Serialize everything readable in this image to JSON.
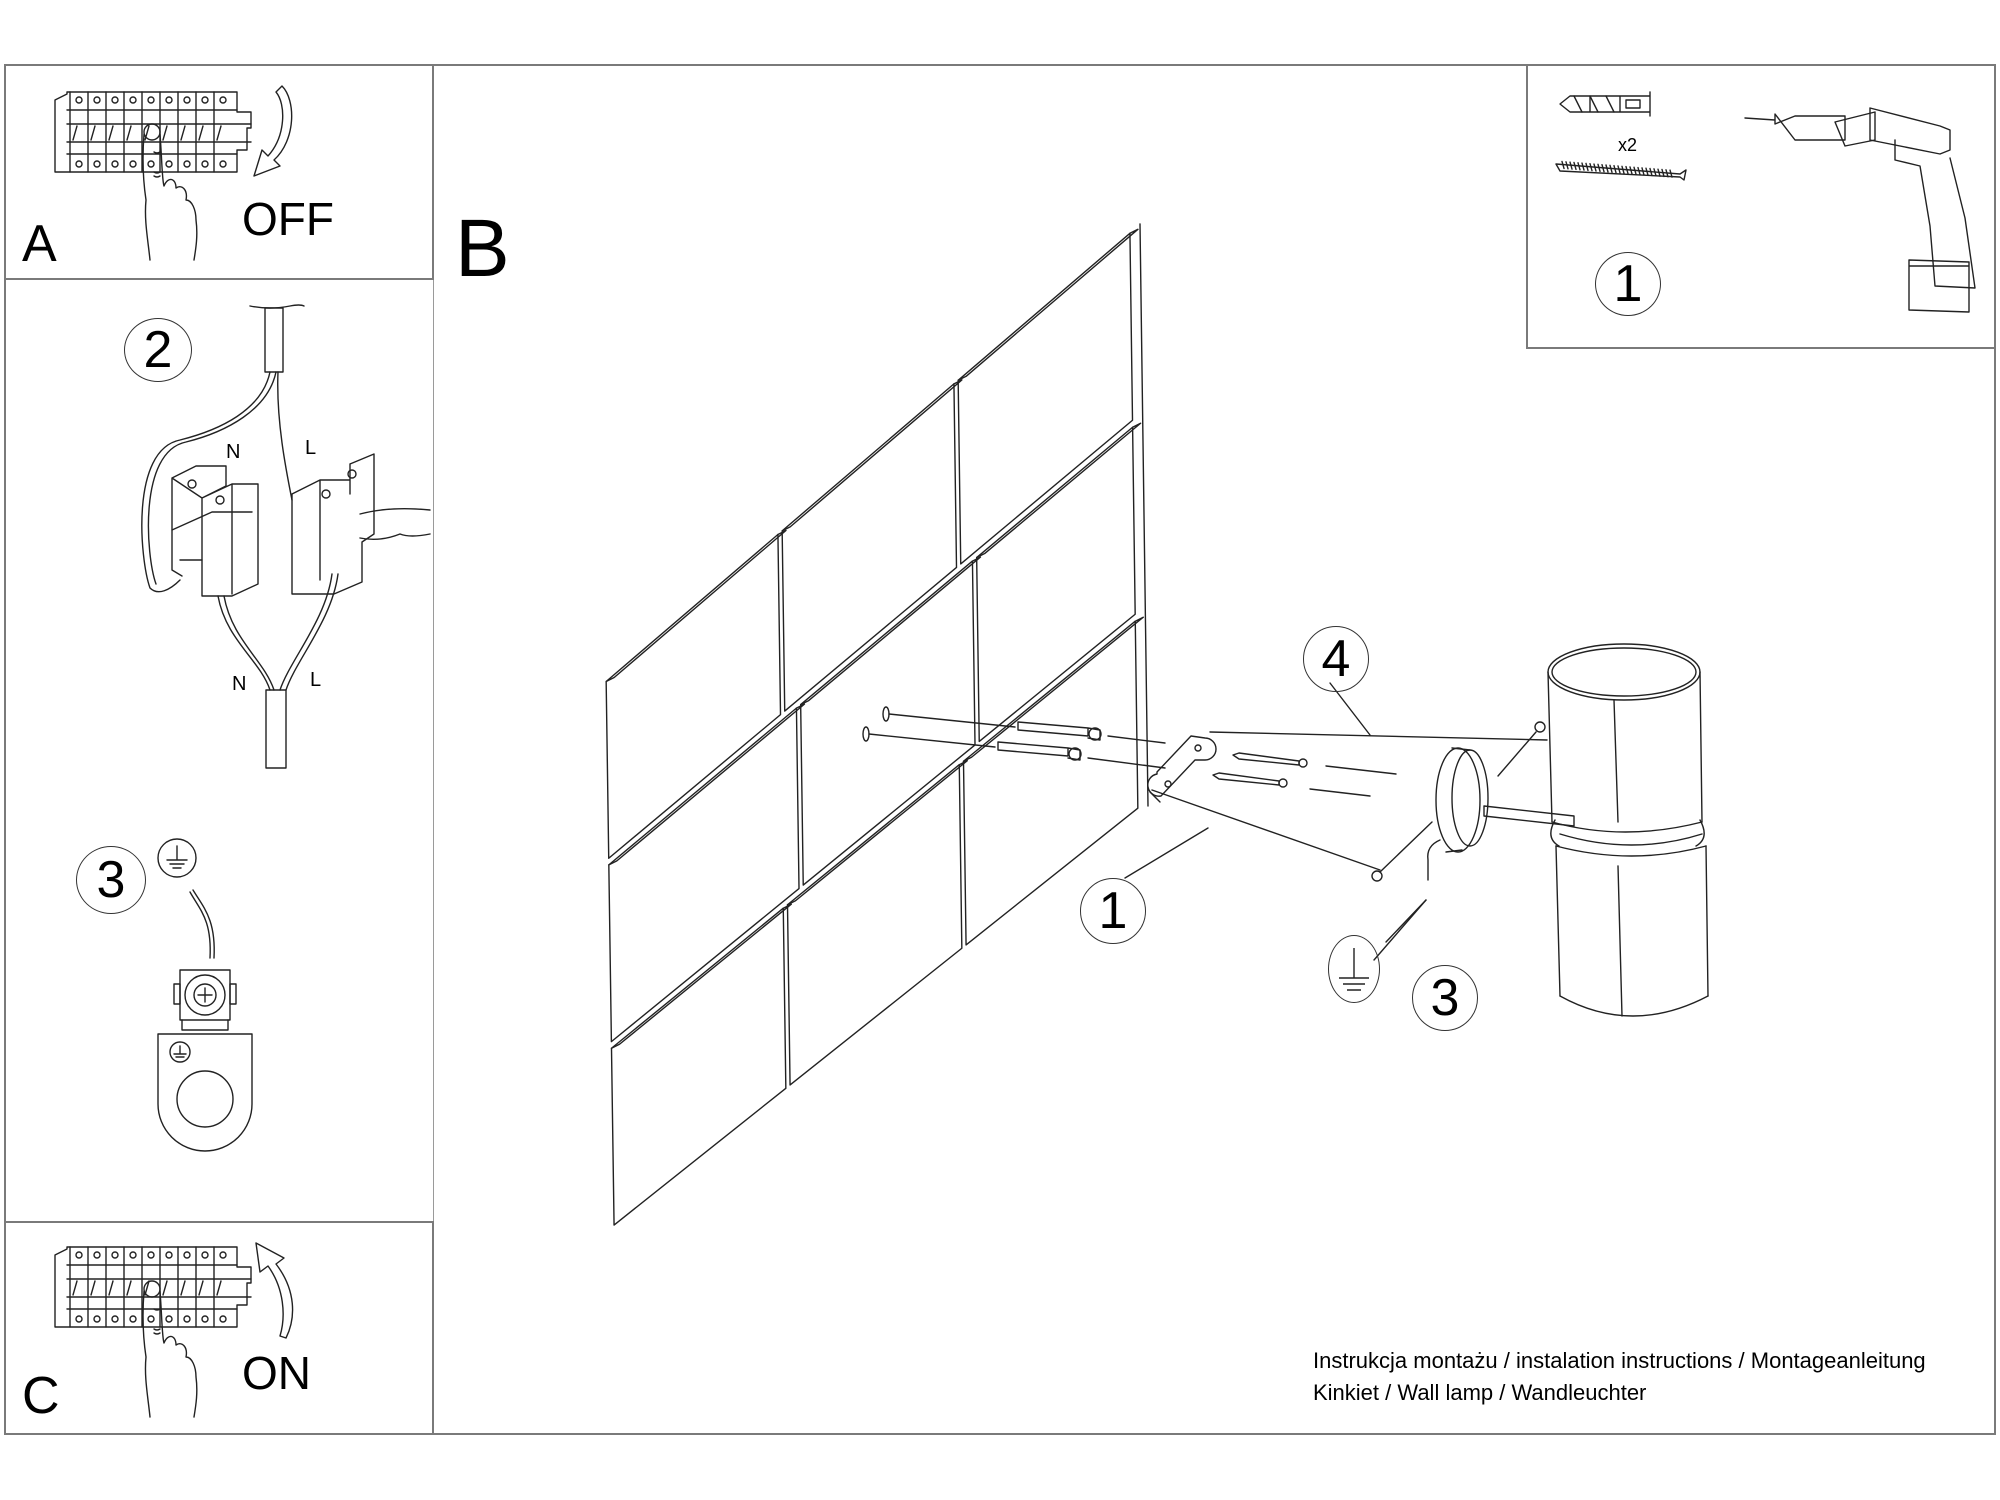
{
  "document": {
    "type": "assembly instructions",
    "product": "Wall lamp"
  },
  "panels": {
    "a": {
      "letter": "A",
      "state": "OFF",
      "arrow": "curved-arrow-down-icon"
    },
    "b": {
      "letter": "B"
    },
    "c": {
      "letter": "C",
      "state": "ON",
      "arrow": "curved-arrow-up-icon"
    }
  },
  "steps": {
    "tools": {
      "number": "1",
      "quantity": "x2",
      "items": [
        "wall-plug-icon",
        "screw-icon",
        "drill-icon"
      ]
    },
    "wiring": {
      "number": "2",
      "labels": {
        "n_top": "N",
        "l_top": "L",
        "n_bottom": "N",
        "l_bottom": "L"
      }
    },
    "ground": {
      "number": "3",
      "icon": "ground-symbol-icon"
    },
    "main": {
      "callouts": [
        {
          "id": "bracket",
          "number": "1"
        },
        {
          "id": "fixing",
          "number": "4"
        },
        {
          "id": "ground",
          "number": "3"
        }
      ]
    }
  },
  "footer": {
    "line1": "Instrukcja montażu / instalation instructions / Montageanleitung",
    "line2": "Kinkiet / Wall lamp / Wandleuchter"
  }
}
